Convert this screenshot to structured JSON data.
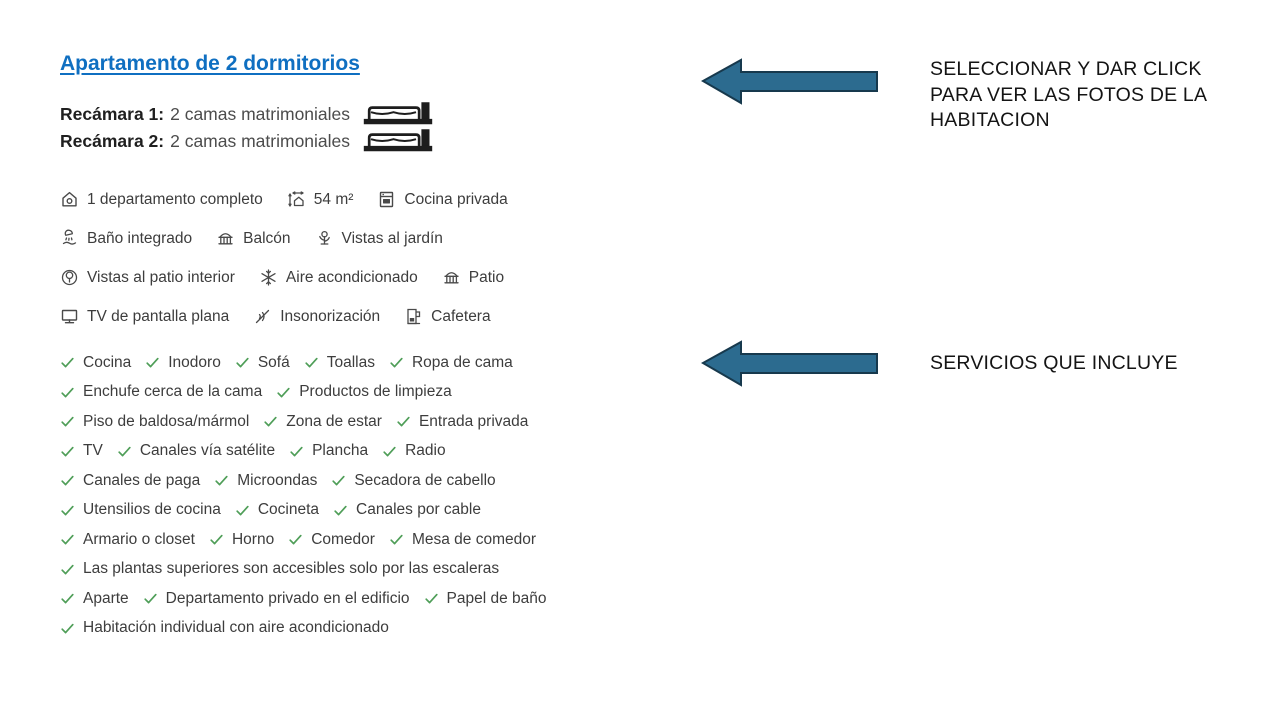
{
  "listing": {
    "title": "Apartamento de 2 dormitorios",
    "bedrooms": [
      {
        "label": "Recámara 1:",
        "text": "2 camas matrimoniales",
        "icon": "double-bed-icon"
      },
      {
        "label": "Recámara 2:",
        "text": "2 camas matrimoniales",
        "icon": "double-bed-icon"
      }
    ],
    "facility_rows": [
      [
        {
          "icon": "home-icon",
          "label": "1 departamento completo"
        },
        {
          "icon": "size-icon",
          "label": "54 m²"
        },
        {
          "icon": "kitchen-icon",
          "label": "Cocina privada"
        }
      ],
      [
        {
          "icon": "bath-icon",
          "label": "Baño integrado"
        },
        {
          "icon": "balcony-icon",
          "label": "Balcón"
        },
        {
          "icon": "garden-view-icon",
          "label": "Vistas al jardín"
        }
      ],
      [
        {
          "icon": "patio-view-icon",
          "label": "Vistas al patio interior"
        },
        {
          "icon": "air-conditioning-icon",
          "label": "Aire acondicionado"
        },
        {
          "icon": "balcony-icon",
          "label": "Patio"
        }
      ],
      [
        {
          "icon": "tv-icon",
          "label": "TV de pantalla plana"
        },
        {
          "icon": "soundproof-icon",
          "label": "Insonorización"
        },
        {
          "icon": "coffee-maker-icon",
          "label": "Cafetera"
        }
      ]
    ],
    "amenity_rows": [
      [
        "Cocina",
        "Inodoro",
        "Sofá",
        "Toallas",
        "Ropa de cama"
      ],
      [
        "Enchufe cerca de la cama",
        "Productos de limpieza"
      ],
      [
        "Piso de baldosa/mármol",
        "Zona de estar",
        "Entrada privada"
      ],
      [
        "TV",
        "Canales vía satélite",
        "Plancha",
        "Radio"
      ],
      [
        "Canales de paga",
        "Microondas",
        "Secadora de cabello"
      ],
      [
        "Utensilios de cocina",
        "Cocineta",
        "Canales por cable"
      ],
      [
        "Armario o closet",
        "Horno",
        "Comedor",
        "Mesa de comedor"
      ],
      [
        "Las plantas superiores son accesibles solo por las escaleras"
      ],
      [
        "Aparte",
        "Departamento privado en el edificio",
        "Papel de baño"
      ],
      [
        "Habitación individual con aire acondicionado"
      ]
    ]
  },
  "annotations": [
    {
      "text": "SELECCIONAR Y DAR CLICK PARA VER LAS FOTOS DE LA HABITACION",
      "arrow": "left-block-arrow"
    },
    {
      "text": "SERVICIOS QUE INCLUYE",
      "arrow": "left-block-arrow"
    }
  ],
  "colors": {
    "link_blue": "#0f6fc1",
    "text_dark": "#1f1f1f",
    "text_body": "#3d3d3d",
    "check_green": "#4f9e58",
    "icon_gray": "#4a4a4a",
    "arrow_fill": "#2c6b8f",
    "arrow_border": "#17394d"
  }
}
